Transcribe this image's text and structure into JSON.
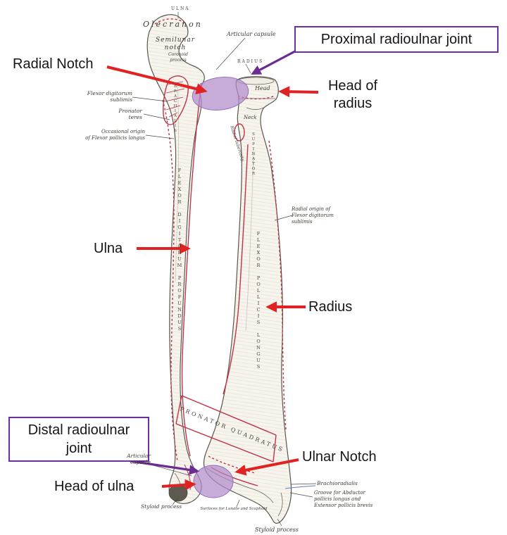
{
  "colors": {
    "arrow_red": "#e02222",
    "annotation_purple": "#7030a0",
    "joint_highlight": "#b18ccb",
    "muscle_attachment_red": "#bf3347",
    "bone_fill": "#f7f4ed",
    "bone_outline": "#55524a"
  },
  "annotations": {
    "radial_notch": "Radial Notch",
    "proximal_joint": "Proximal radioulnar joint",
    "head_of_radius": "Head of\nradius",
    "ulna": "Ulna",
    "radius": "Radius",
    "distal_joint": "Distal radioulnar\njoint",
    "ulnar_notch": "Ulnar Notch",
    "head_of_ulna": "Head of ulna"
  },
  "figure_labels": {
    "ulna_caps": "ULNA",
    "olecranon": "Olecranon",
    "semilunar_notch": "Semilunar\nnotch",
    "coronoid_process": "Coronoid\nprocess",
    "articular_capsule_top": "Articular capsule",
    "radius_caps": "RADIUS",
    "head": "Head",
    "neck": "Neck",
    "radial_tuberosity": "Radial tuberosity",
    "flexor_digitorum_sublimis": "Flexor digitorum\nsublimis",
    "pronator_teres": "Pronator\nteres",
    "occasional_origin": "Occasional origin\nof Flexor pollicis longus",
    "radial_origin": "Radial origin of\nFlexor digitorum\nsublimis",
    "articular_capsule_bottom": "Articular\ncapsule",
    "styloid_process_ulna": "Styloid process",
    "brachioradialis": "Brachioradialis",
    "groove": "Groove for Abductor\npollicis longus and\nExtensor pollicis brevis",
    "lunate_surface": "Surfaces for Lunate and Scaphoid",
    "styloid_process_radius": "Styloid process"
  },
  "bone_texts": {
    "ulna_shaft": "FLEXOR DIGITORUM PROFUNDUS",
    "radius_shaft": "FLEXOR POLLICIS LONGUS",
    "pronator_quadratus": "PRONATOR QUADRATUS",
    "supinator": "SUPINATOR",
    "brachialis": "BRACHIALIS"
  }
}
